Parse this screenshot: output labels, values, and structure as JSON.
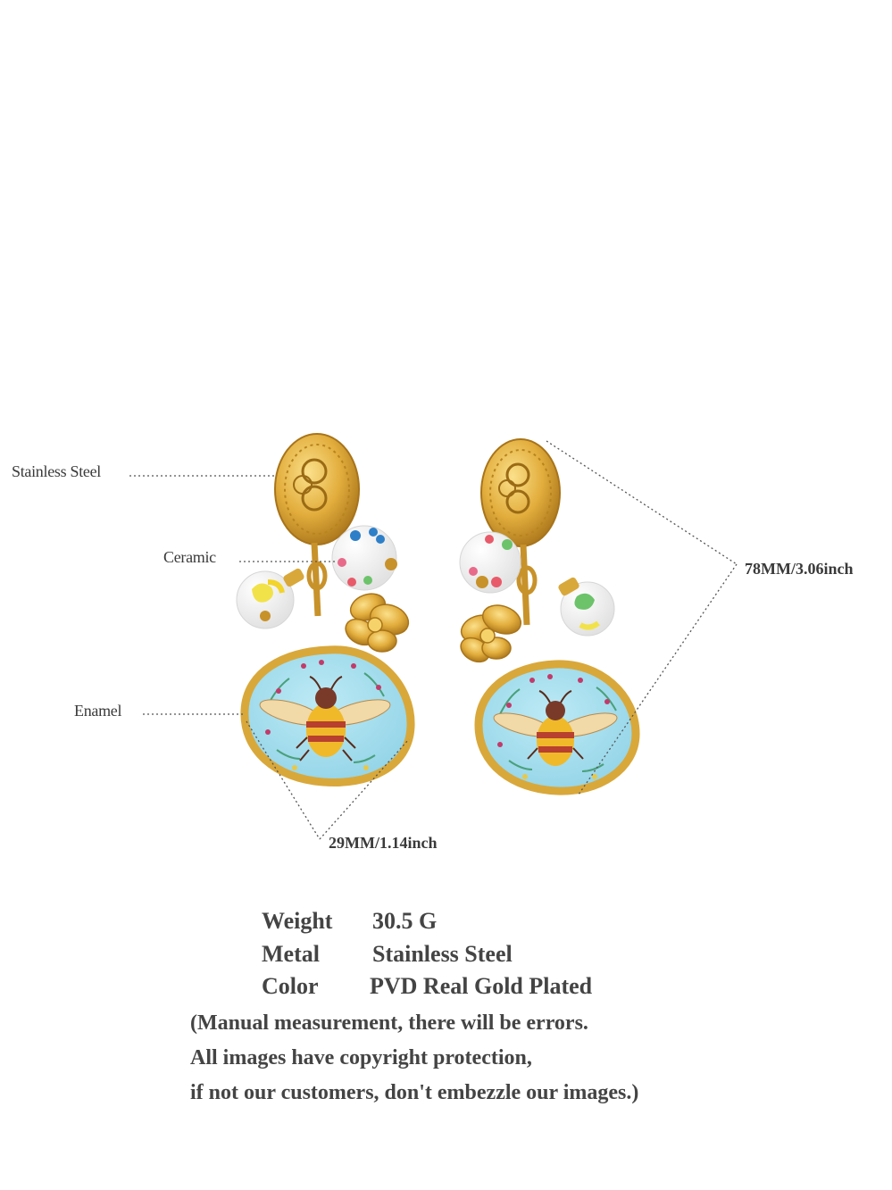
{
  "callouts": {
    "stainless_steel": "Stainless Steel",
    "ceramic": "Ceramic",
    "enamel": "Enamel"
  },
  "dimensions": {
    "length": "78MM/3.06inch",
    "width": "29MM/1.14inch"
  },
  "specs": [
    {
      "label": "Weight",
      "value": "30.5 G"
    },
    {
      "label": "Metal",
      "value": "Stainless Steel"
    },
    {
      "label": "Color",
      "value": "PVD Real Gold Plated"
    }
  ],
  "notes": [
    "(Manual measurement, there will be errors.",
    " All images have copyright protection,",
    "if not our customers, don't embezzle our images.)"
  ],
  "colors": {
    "gold": "#d9a83a",
    "gold_dark": "#b07a18",
    "enamel_blue": "#9fdcec",
    "bee_yellow": "#f0b92a",
    "bee_red": "#b8402e"
  }
}
